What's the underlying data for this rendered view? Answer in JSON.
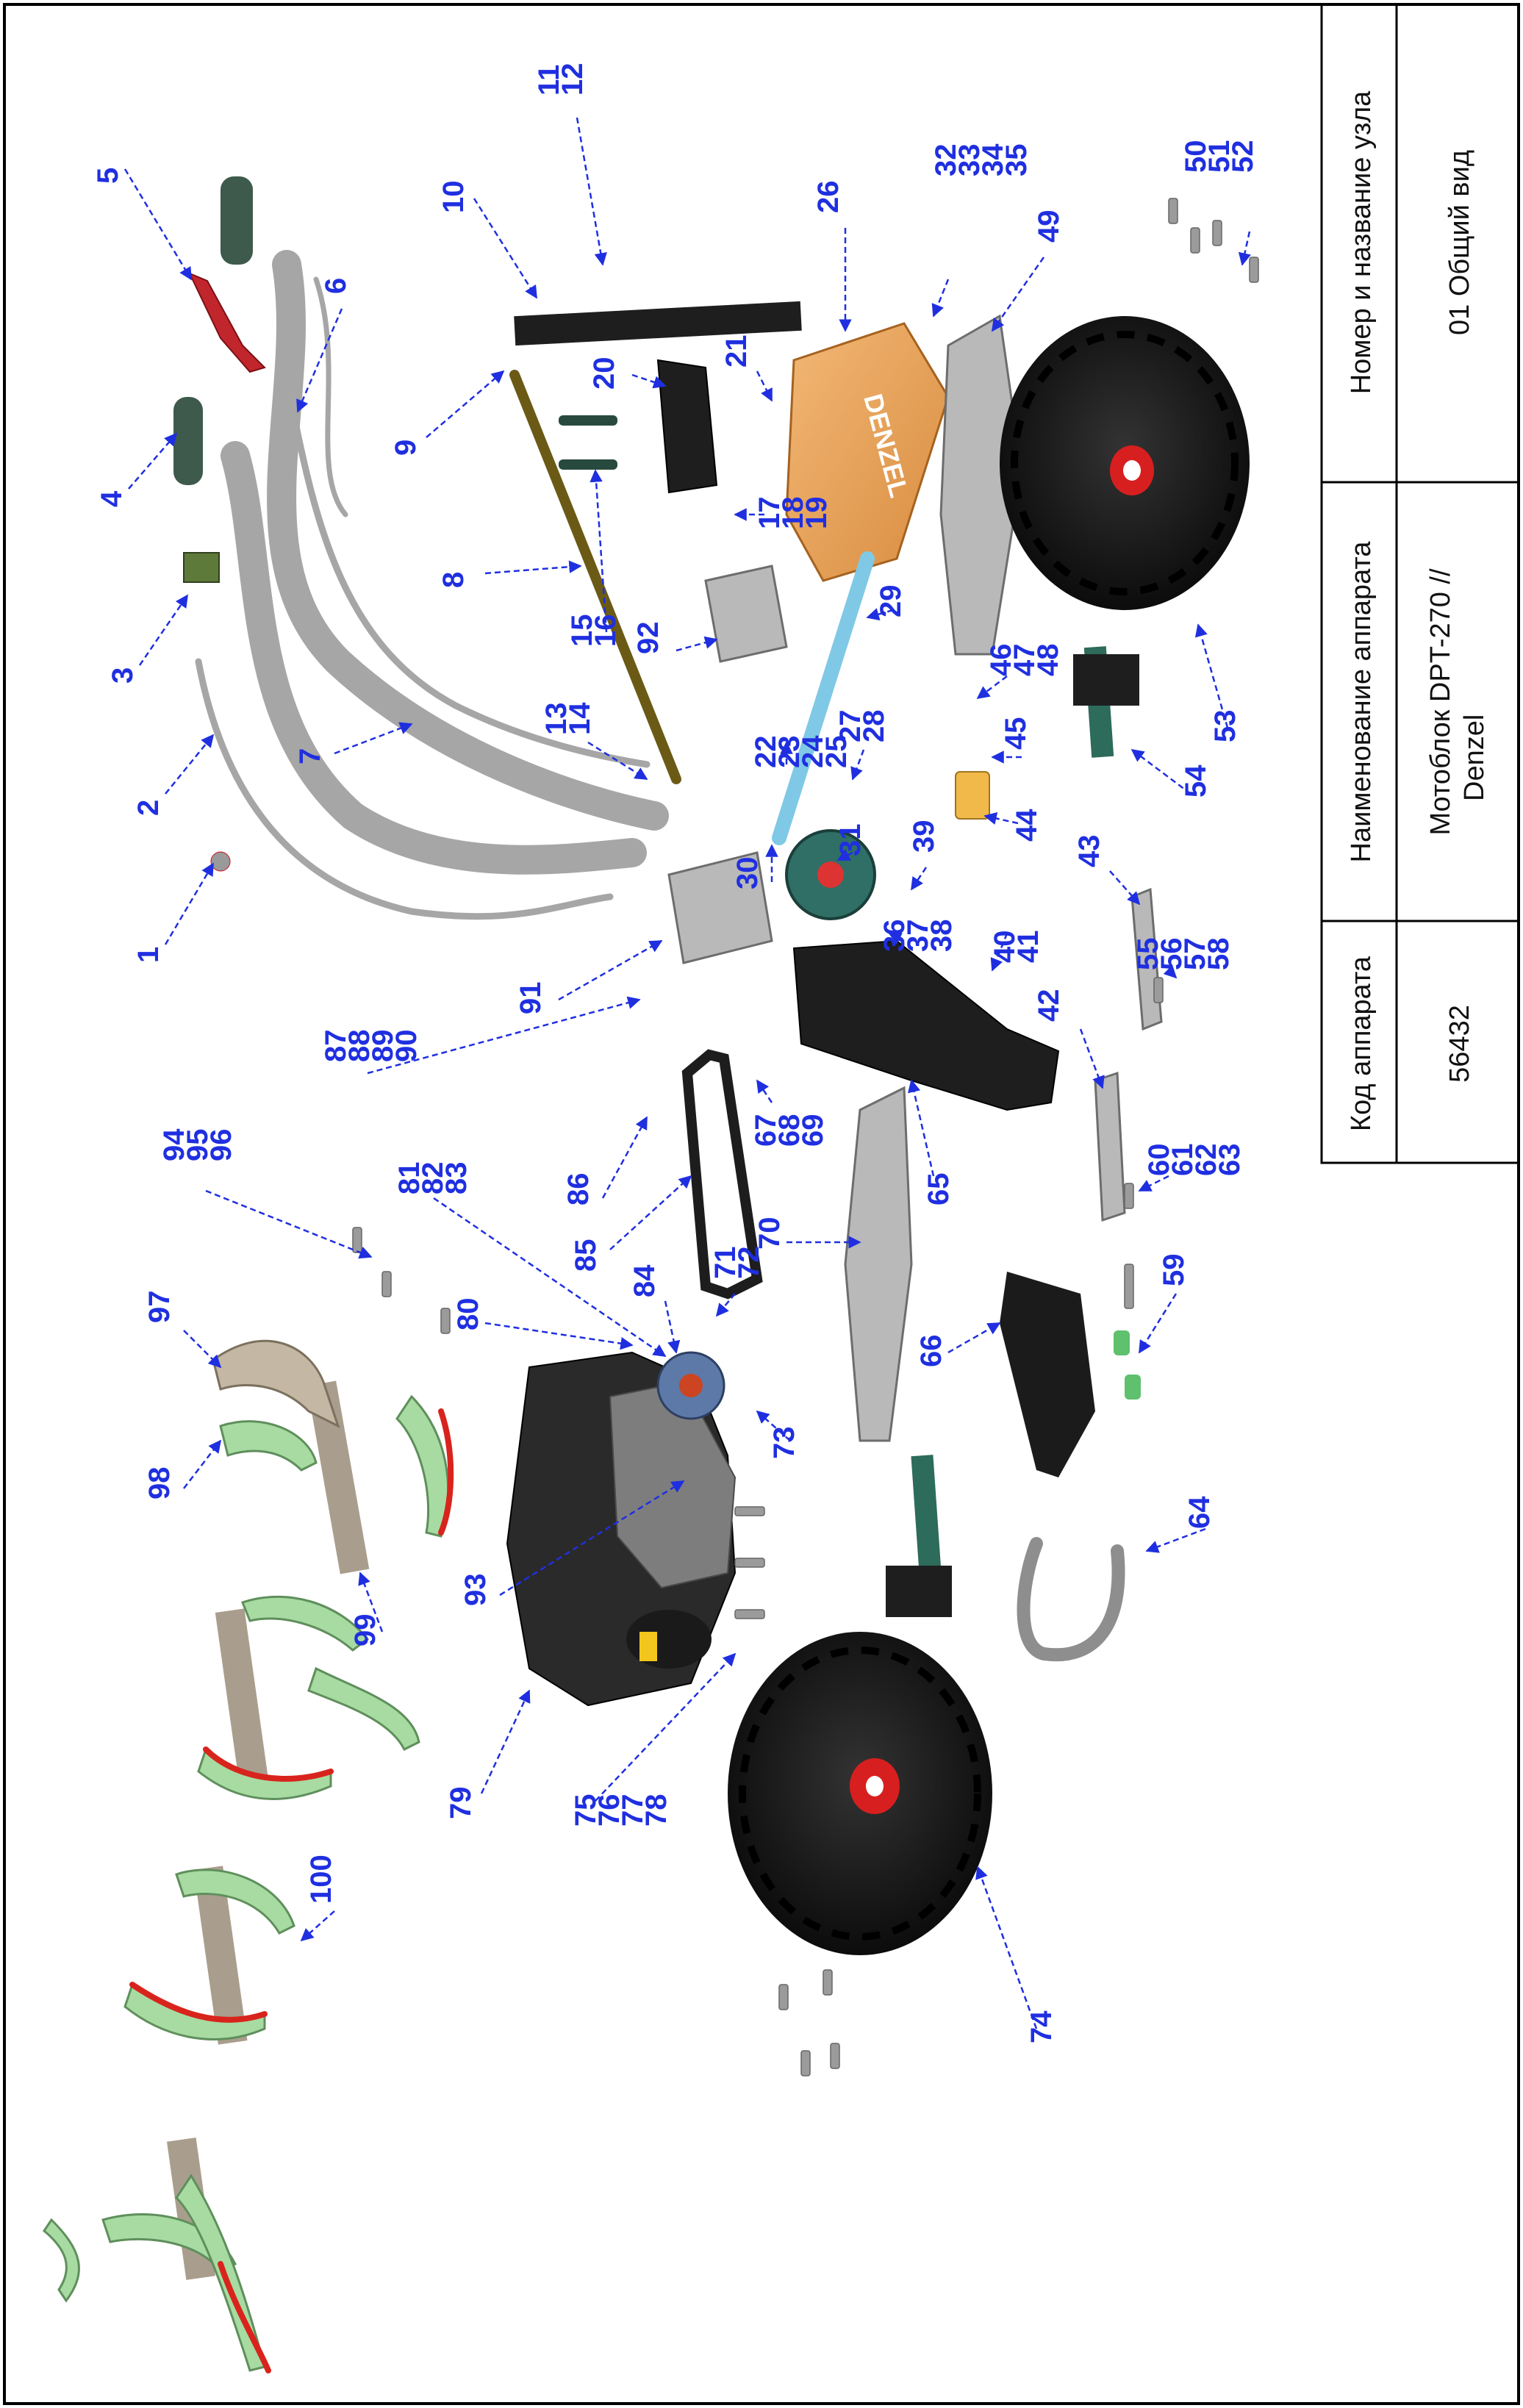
{
  "title_block": {
    "col_code": {
      "header": "Код аппарата",
      "value": "56432"
    },
    "col_name": {
      "header": "Наименование аппарата",
      "value_line1": "Мотоблок DPT-270 //",
      "value_line2": "Denzel"
    },
    "col_node": {
      "header": "Номер и название узла",
      "value": "01 Общий вид"
    }
  },
  "brand_logo": "DENZEL",
  "colors": {
    "callout": "#1f2fe0",
    "cover": "#e7a35b",
    "tine": "#a7dba2",
    "tine_edge": "#d8241d",
    "handle": "#3e5a4c"
  },
  "callouts": [
    {
      "id": "c1",
      "lines": [
        "1"
      ]
    },
    {
      "id": "c2",
      "lines": [
        "2"
      ]
    },
    {
      "id": "c3",
      "lines": [
        "3"
      ]
    },
    {
      "id": "c4",
      "lines": [
        "4"
      ]
    },
    {
      "id": "c5",
      "lines": [
        "5"
      ]
    },
    {
      "id": "c6",
      "lines": [
        "6"
      ]
    },
    {
      "id": "c7",
      "lines": [
        "7"
      ]
    },
    {
      "id": "c8",
      "lines": [
        "8"
      ]
    },
    {
      "id": "c9",
      "lines": [
        "9"
      ]
    },
    {
      "id": "c10",
      "lines": [
        "10"
      ]
    },
    {
      "id": "c11",
      "lines": [
        "11",
        "12"
      ]
    },
    {
      "id": "c13",
      "lines": [
        "13",
        "14"
      ]
    },
    {
      "id": "c15",
      "lines": [
        "15",
        "16"
      ]
    },
    {
      "id": "c17",
      "lines": [
        "17",
        "18",
        "19"
      ]
    },
    {
      "id": "c20",
      "lines": [
        "20"
      ]
    },
    {
      "id": "c21",
      "lines": [
        "21"
      ]
    },
    {
      "id": "c22",
      "lines": [
        "22",
        "23",
        "24",
        "25"
      ]
    },
    {
      "id": "c26",
      "lines": [
        "26"
      ]
    },
    {
      "id": "c27",
      "lines": [
        "27",
        "28"
      ]
    },
    {
      "id": "c29",
      "lines": [
        "29"
      ]
    },
    {
      "id": "c30",
      "lines": [
        "30"
      ]
    },
    {
      "id": "c31",
      "lines": [
        "31"
      ]
    },
    {
      "id": "c32",
      "lines": [
        "32",
        "33",
        "34",
        "35"
      ]
    },
    {
      "id": "c36",
      "lines": [
        "36",
        "37",
        "38"
      ]
    },
    {
      "id": "c39",
      "lines": [
        "39"
      ]
    },
    {
      "id": "c40",
      "lines": [
        "40",
        "41"
      ]
    },
    {
      "id": "c42",
      "lines": [
        "42"
      ]
    },
    {
      "id": "c43",
      "lines": [
        "43"
      ]
    },
    {
      "id": "c44",
      "lines": [
        "44"
      ]
    },
    {
      "id": "c45",
      "lines": [
        "45"
      ]
    },
    {
      "id": "c46",
      "lines": [
        "46",
        "47",
        "48"
      ]
    },
    {
      "id": "c49",
      "lines": [
        "49"
      ]
    },
    {
      "id": "c50",
      "lines": [
        "50",
        "51",
        "52"
      ]
    },
    {
      "id": "c53",
      "lines": [
        "53"
      ]
    },
    {
      "id": "c54",
      "lines": [
        "54"
      ]
    },
    {
      "id": "c55",
      "lines": [
        "55",
        "56",
        "57",
        "58"
      ]
    },
    {
      "id": "c59",
      "lines": [
        "59"
      ]
    },
    {
      "id": "c60",
      "lines": [
        "60",
        "61",
        "62",
        "63"
      ]
    },
    {
      "id": "c64",
      "lines": [
        "64"
      ]
    },
    {
      "id": "c65",
      "lines": [
        "65"
      ]
    },
    {
      "id": "c66",
      "lines": [
        "66"
      ]
    },
    {
      "id": "c67",
      "lines": [
        "67",
        "68",
        "69"
      ]
    },
    {
      "id": "c70",
      "lines": [
        "70"
      ]
    },
    {
      "id": "c71",
      "lines": [
        "71",
        "72"
      ]
    },
    {
      "id": "c73",
      "lines": [
        "73"
      ]
    },
    {
      "id": "c74",
      "lines": [
        "74"
      ]
    },
    {
      "id": "c75",
      "lines": [
        "75",
        "76",
        "77",
        "78"
      ]
    },
    {
      "id": "c79",
      "lines": [
        "79"
      ]
    },
    {
      "id": "c80",
      "lines": [
        "80"
      ]
    },
    {
      "id": "c81",
      "lines": [
        "81",
        "82",
        "83"
      ]
    },
    {
      "id": "c84",
      "lines": [
        "84"
      ]
    },
    {
      "id": "c85",
      "lines": [
        "85"
      ]
    },
    {
      "id": "c86",
      "lines": [
        "86"
      ]
    },
    {
      "id": "c87",
      "lines": [
        "87",
        "88",
        "89",
        "90"
      ]
    },
    {
      "id": "c91",
      "lines": [
        "91"
      ]
    },
    {
      "id": "c92",
      "lines": [
        "92"
      ]
    },
    {
      "id": "c93",
      "lines": [
        "93"
      ]
    },
    {
      "id": "c94",
      "lines": [
        "94",
        "95",
        "96"
      ]
    },
    {
      "id": "c97",
      "lines": [
        "97"
      ]
    },
    {
      "id": "c98",
      "lines": [
        "98"
      ]
    },
    {
      "id": "c99",
      "lines": [
        "99"
      ]
    },
    {
      "id": "c100",
      "lines": [
        "100"
      ]
    }
  ]
}
